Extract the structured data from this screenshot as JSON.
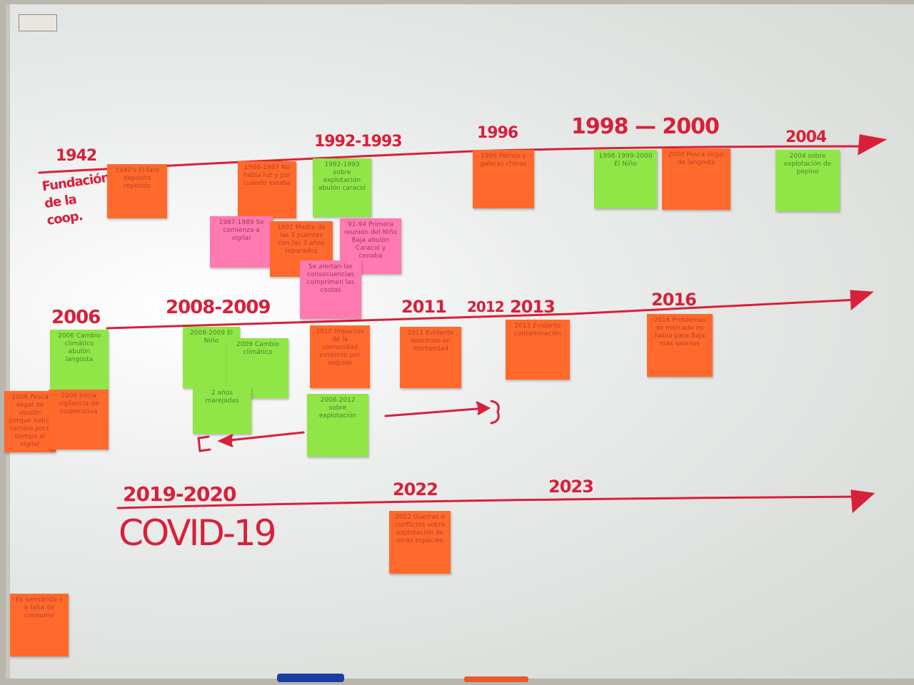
{
  "timeline_rows": [
    {
      "years": [
        "1942",
        "1992-1993",
        "1996",
        "1998 — 2000",
        "2004"
      ],
      "sub": "Fundación de la coop."
    },
    {
      "years": [
        "2006",
        "2008-2009",
        "2011",
        "2012",
        "2013",
        "2016"
      ]
    },
    {
      "years": [
        "2019-2020",
        "2022",
        "2023"
      ],
      "sub": "COVID-19"
    }
  ],
  "notes": {
    "n1940": "1940's El faro depósito repetido",
    "n1986": "1986-1987 No había luz y por cuando estaba",
    "n1992": "1992-1993 sobre explotación abulón caracol",
    "n1996": "1996 Pernos y galeras chinas",
    "n1998": "1998-1999-2000 El Niño",
    "n2000": "2000 Pesca ilegal de langosta",
    "n2004": "2004 sobre explotación de pepino",
    "n1987": "1987-1989 Se comienza a vigilar",
    "n1991": "1991 Madre de las 3 puentes con las 3 años reparados",
    "n9194": "91-94 Primera reunión del Niño Baja abulón Caracol y cenaba",
    "nalert": "Se alertan las consecuencias comprimen las costas",
    "n2006a": "2006 Cambio climático abulón langosta",
    "n2008": "2008-2009 El Niño",
    "n2009": "2009 Cambio climático",
    "n2010": "2010 Impactos de la comunidad evidente por sequías",
    "n2011": "2011 Evidente descenso en mortandad",
    "n2013": "2013 Evidente contaminación",
    "n2016": "2016 Problemas de mercado no había para Baja más salarios",
    "n2006b": "2006 Pesca ilegal de abulón porque había cambio poco tiempo al vigilar",
    "n2006c": "2006 Inicia vigilancia de cooperativa",
    "nanos": "2 años marejadas",
    "n2008b": "2008-2012 sobre explotación",
    "n2022": "2022 Guerras o conflictos sobre explotación de otras especies",
    "nbottom": "Es semiárida o a falta de consumo"
  },
  "colors": {
    "ink": "#d8203a",
    "orange": "#ff6a2c",
    "green": "#8fe646",
    "pink": "#ff7ab0"
  }
}
